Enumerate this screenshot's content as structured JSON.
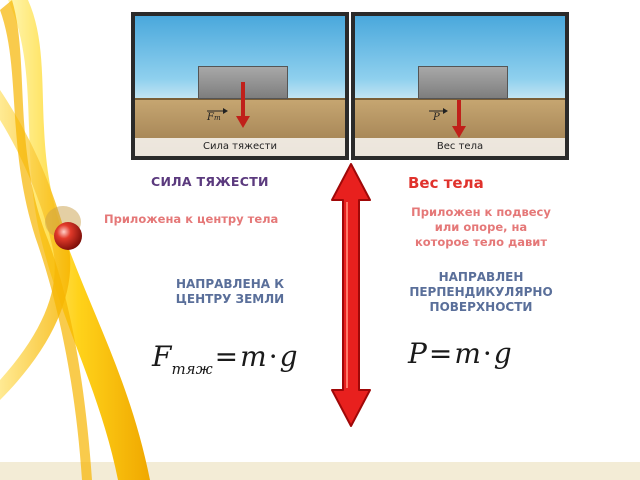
{
  "left_image": {
    "caption": "Сила тяжести",
    "force_label": "F",
    "force_sub": "т"
  },
  "right_image": {
    "caption": "Вес тела",
    "force_label": "P"
  },
  "left_column": {
    "heading": "СИЛА ТЯЖЕСТИ",
    "applied": "Приложена к центру тела",
    "direction_line1": "НАПРАВЛЕНА К",
    "direction_line2": "ЦЕНТРУ ЗЕМЛИ",
    "formula": {
      "F": "F",
      "sub": "тяж",
      "eq": "=",
      "m": "m",
      "dot": "·",
      "g": "g"
    }
  },
  "right_column": {
    "heading": "Вес тела",
    "applied_line1": "Приложен к подвесу",
    "applied_line2": "или опоре, на",
    "applied_line3": "которое тело давит",
    "direction_line1": "НАПРАВЛЕН",
    "direction_line2": "ПЕРПЕНДИКУЛЯРНО",
    "direction_line3": "ПОВЕРХНОСТИ",
    "formula": {
      "P": "P",
      "eq": "=",
      "m": "m",
      "dot": "·",
      "g": "g"
    }
  },
  "colors": {
    "heading": "#5b3a7e",
    "title_red": "#e0322c",
    "pink_text": "#e57878",
    "blue_text": "#5a6f9a",
    "arrow_red": "#e8201e",
    "decoration_yellow": "#f5c400"
  }
}
